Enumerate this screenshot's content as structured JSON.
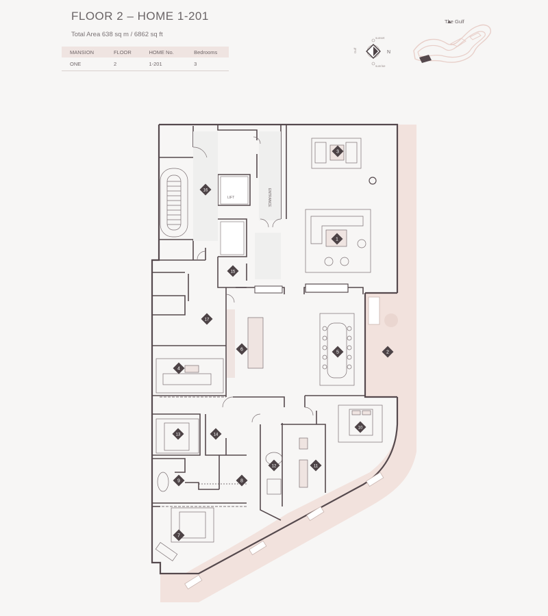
{
  "header": {
    "title": "FLOOR 2 – HOME 1-201",
    "subtitle": "Total Area 638 sq m / 6862 sq ft"
  },
  "info_table": {
    "columns": [
      "MANSION",
      "FLOOR",
      "HOME No.",
      "Bedrooms"
    ],
    "row": [
      "ONE",
      "2",
      "1-201",
      "3"
    ]
  },
  "compass": {
    "north_label": "N",
    "sunset_label": "sunset",
    "sunrise_label": "sunrise",
    "west_label": "Gulf"
  },
  "keyplan": {
    "gulf_label": "The Gulf"
  },
  "plan": {
    "lift_label": "LIFT",
    "entrance_label": "ENTRANCE",
    "room_numbers": [
      "1",
      "2",
      "3",
      "4",
      "5",
      "6",
      "7",
      "8",
      "9",
      "10",
      "11",
      "12",
      "13",
      "14",
      "15",
      "16",
      "17"
    ]
  },
  "colors": {
    "wall": "#55494d",
    "terrace": "#f2e2dd",
    "accent": "#efe4e1",
    "marker": "#4d4346"
  }
}
